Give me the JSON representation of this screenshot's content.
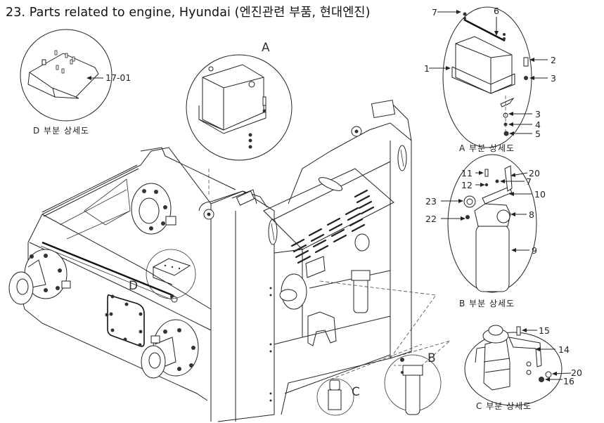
{
  "title": "23. Parts related to engine, Hyundai (엔진관련 부품, 현대엔진)",
  "main_view": {
    "markers": {
      "a": "A",
      "b": "B",
      "c": "C",
      "d": "D"
    }
  },
  "detail_d": {
    "caption": "D 부분 상세도",
    "callouts": [
      {
        "id": "17-01"
      }
    ]
  },
  "detail_a": {
    "caption": "A 부분 상세도",
    "callouts": [
      {
        "id": "7"
      },
      {
        "id": "6"
      },
      {
        "id": "1"
      },
      {
        "id": "2"
      },
      {
        "id": "3"
      },
      {
        "id": "3"
      },
      {
        "id": "4"
      },
      {
        "id": "5"
      }
    ]
  },
  "detail_b": {
    "caption": "B 부분 상세도",
    "callouts": [
      {
        "id": "11"
      },
      {
        "id": "20"
      },
      {
        "id": "12"
      },
      {
        "id": "7"
      },
      {
        "id": "10"
      },
      {
        "id": "23"
      },
      {
        "id": "8"
      },
      {
        "id": "22"
      },
      {
        "id": "9"
      }
    ]
  },
  "detail_c": {
    "caption": "C 부분 상세도",
    "callouts": [
      {
        "id": "15"
      },
      {
        "id": "14"
      },
      {
        "id": "20"
      },
      {
        "id": "16"
      }
    ]
  }
}
